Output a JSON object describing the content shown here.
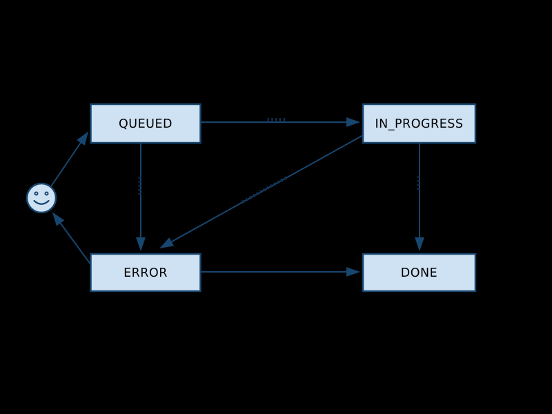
{
  "page": {
    "background_color": "#000000"
  },
  "diagram": {
    "type": "state-machine",
    "colors": {
      "node_fill": "#cfe2f3",
      "node_stroke": "#17466f",
      "node_text": "#000000",
      "edge_stroke": "#17466f",
      "edge_label_glyphs": "#132f52"
    },
    "nodes": {
      "start": {
        "shape": "smiley-face",
        "label": ""
      },
      "queued": {
        "label": "QUEUED"
      },
      "in_progress": {
        "label": "IN_PROGRESS"
      },
      "error": {
        "label": "ERROR"
      },
      "done": {
        "label": "DONE"
      }
    },
    "edges": [
      {
        "from": "start",
        "to": "queued",
        "glyphs": ""
      },
      {
        "from": "queued",
        "to": "in_progress",
        "glyphs": "▮▮▮▮▮"
      },
      {
        "from": "queued",
        "to": "error",
        "glyphs": "▮▮▮▮▮"
      },
      {
        "from": "in_progress",
        "to": "error",
        "glyphs": "▮▮▮▮▮▮▮▮▮▮▮▮▮"
      },
      {
        "from": "in_progress",
        "to": "done",
        "glyphs": "▮▮▮▮"
      },
      {
        "from": "error",
        "to": "done",
        "glyphs": ""
      },
      {
        "from": "error",
        "to": "start",
        "glyphs": ""
      }
    ]
  }
}
